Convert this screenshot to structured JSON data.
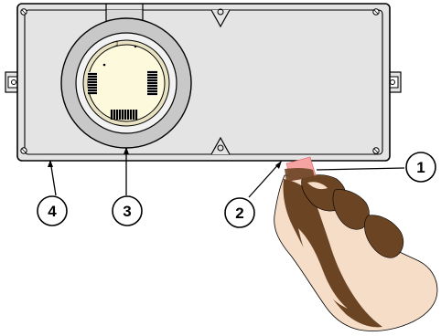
{
  "figure": {
    "callouts": [
      {
        "id": "1",
        "label": "1"
      },
      {
        "id": "2",
        "label": "2"
      },
      {
        "id": "3",
        "label": "3"
      },
      {
        "id": "4",
        "label": "4"
      }
    ],
    "ring_mark": "1",
    "colors": {
      "housing_fill": "#e4e4e4",
      "housing_stroke": "#000000",
      "ring_fill": "#c8c8c8",
      "base_fill": "#fdf9dc",
      "tab_fill": "#f5a3a3",
      "skin_dark": "#6b4424",
      "skin_light": "#f6ddc8"
    },
    "icons": [
      "screw-icon",
      "mounting-tab-icon",
      "contact-terminal-icon",
      "hand-icon"
    ]
  }
}
